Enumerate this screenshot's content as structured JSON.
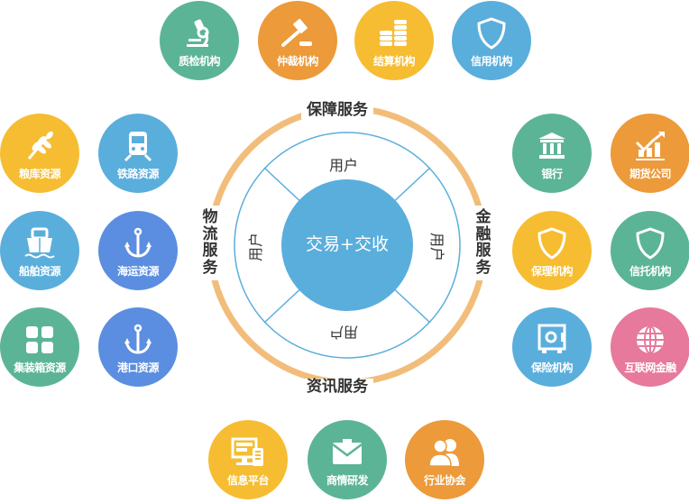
{
  "center": {
    "core_label": "交易+交收",
    "user_label": "用户",
    "services": {
      "top": "保障服务",
      "bottom": "资讯服务",
      "left": "物流服务",
      "right": "金融服务"
    }
  },
  "top_nodes": [
    {
      "label": "质检机构",
      "icon": "microscope-icon",
      "color": "#5cb496"
    },
    {
      "label": "仲裁机构",
      "icon": "gavel-icon",
      "color": "#ec9a3a"
    },
    {
      "label": "结算机构",
      "icon": "coins-icon",
      "color": "#f6bd32"
    },
    {
      "label": "信用机构",
      "icon": "shield-icon",
      "color": "#5aaedc"
    }
  ],
  "left_nodes": [
    {
      "label": "粮库资源",
      "icon": "wheat-icon",
      "color": "#f6bd32"
    },
    {
      "label": "铁路资源",
      "icon": "train-icon",
      "color": "#5aaedc"
    },
    {
      "label": "船舶资源",
      "icon": "ship-icon",
      "color": "#5aaedc"
    },
    {
      "label": "海运资源",
      "icon": "anchor-icon",
      "color": "#5b8ee0"
    },
    {
      "label": "集装箱资源",
      "icon": "grid-icon",
      "color": "#5cb496"
    },
    {
      "label": "港口资源",
      "icon": "anchor-icon",
      "color": "#5b8ee0"
    }
  ],
  "right_nodes": [
    {
      "label": "银行",
      "icon": "bank-icon",
      "color": "#5cb496"
    },
    {
      "label": "期货公司",
      "icon": "chart-up-icon",
      "color": "#ec9a3a"
    },
    {
      "label": "保理机构",
      "icon": "shield-icon",
      "color": "#f6bd32"
    },
    {
      "label": "信托机构",
      "icon": "shield-icon",
      "color": "#5cb496"
    },
    {
      "label": "保险机构",
      "icon": "safe-icon",
      "color": "#5aaedc"
    },
    {
      "label": "互联网金融",
      "icon": "globe-icon",
      "color": "#e6799c"
    }
  ],
  "bottom_nodes": [
    {
      "label": "信息平台",
      "icon": "monitor-icon",
      "color": "#f6bd32"
    },
    {
      "label": "商情研发",
      "icon": "envelope-icon",
      "color": "#5cb496"
    },
    {
      "label": "行业协会",
      "icon": "users-icon",
      "color": "#ec9a3a"
    }
  ],
  "colors": {
    "ring_outer": "#f2bd7a",
    "ring_inner": "#5aaedc",
    "core": "#5aaedc"
  }
}
